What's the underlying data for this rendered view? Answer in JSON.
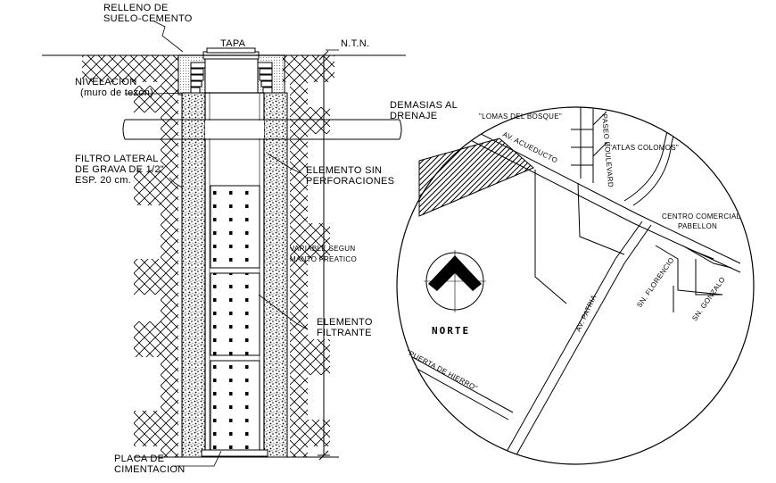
{
  "well": {
    "relleno": [
      "RELLENO DE",
      "SUELO-CEMENTO"
    ],
    "tapa": "TAPA",
    "ntn": "N.T.N.",
    "nivelacion": [
      "NIVELACION",
      "(muro de tezón)"
    ],
    "demasias": [
      "DEMASIAS AL",
      "DRENAJE"
    ],
    "filtro": [
      "FILTRO LATERAL",
      "DE GRAVA DE 1/2\"",
      "ESP. 20 cm."
    ],
    "elemento_sin": [
      "ELEMENTO SIN",
      "PERFORACIONES"
    ],
    "variable": [
      "VARIABLE SEGUN",
      "MANTO FREATICO"
    ],
    "elemento_filtrante": [
      "ELEMENTO",
      "FILTRANTE"
    ],
    "placa": [
      "PLACA DE",
      "CIMENTACION"
    ]
  },
  "map": {
    "lomas": "\"LOMAS DEL BOSQUE\"",
    "acueducto": "AV. ACUEDUCTO",
    "paseo": "PASEO BOULEVARD",
    "atlas": "\"ATLAS COLOMOS\"",
    "centro": [
      "CENTRO COMERCIAL",
      "PABELLON"
    ],
    "patria": "AV. PATRIA",
    "florencio": "SN. FLORENCIO",
    "gonzalo": "SN. GONZALO",
    "puerta": "\"PUERTA DE HIERRO\"",
    "north": "NORTE"
  }
}
